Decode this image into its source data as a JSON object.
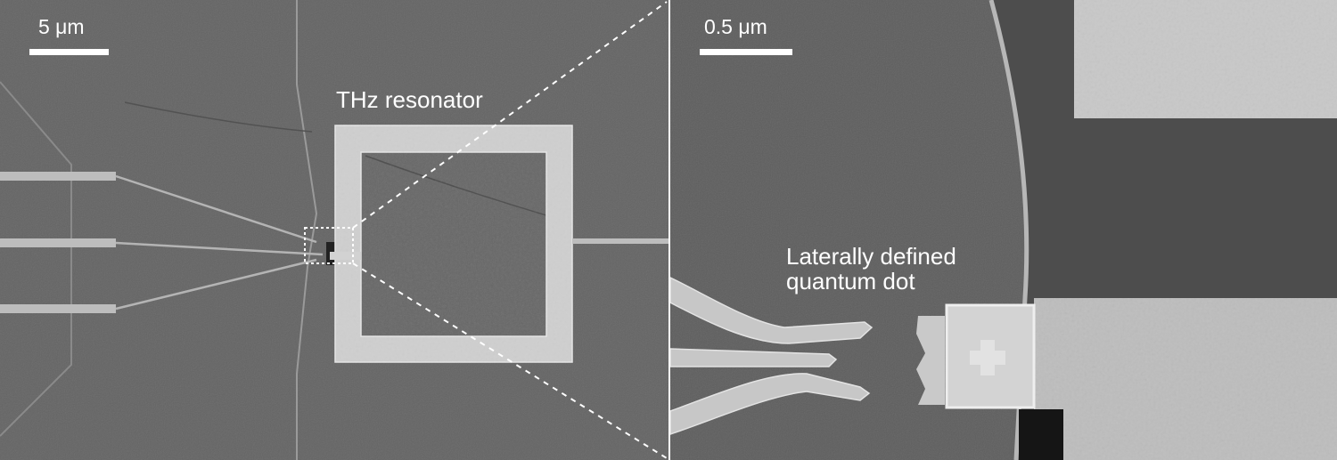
{
  "figure": {
    "left_panel": {
      "scale_bar_label": "5 μm",
      "structure_label": "THz resonator"
    },
    "right_panel": {
      "scale_bar_label": "0.5 μm",
      "structure_label_line1": "Laterally defined",
      "structure_label_line2": "quantum dot"
    }
  },
  "colors": {
    "substrate": "#626262",
    "substrate_dark": "#4e4e4e",
    "metal": "#c9c9c9",
    "metal_bright": "#e0e0e0",
    "label": "#ffffff",
    "hole": "#111111"
  }
}
